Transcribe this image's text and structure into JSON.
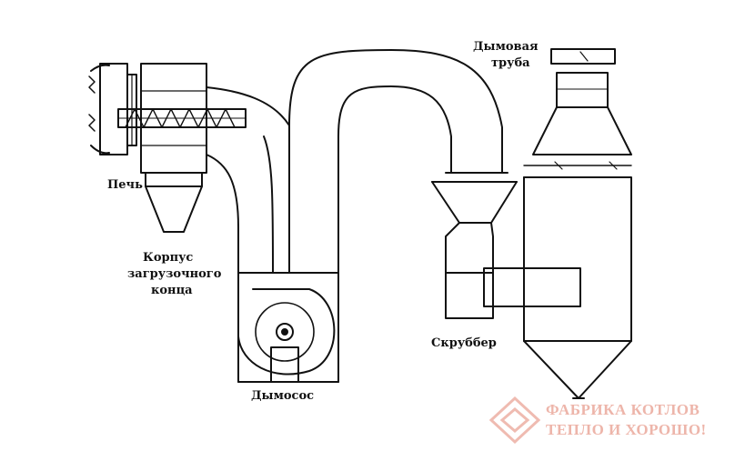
{
  "labels": {
    "furnace": "Печь",
    "loading_end_casing": [
      "Корпус",
      "загрузочного",
      "конца"
    ],
    "smoke_exhauster": "Дымосос",
    "scrubber": "Скруббер",
    "chimney": [
      "Дымовая",
      "труба"
    ]
  },
  "watermark": {
    "line1": "ФАБРИКА КОТЛОВ",
    "line2": "ТЕПЛО И ХОРОШО!"
  },
  "colors": {
    "line": "#111111",
    "watermark": "#e07a66",
    "background": "#ffffff"
  }
}
